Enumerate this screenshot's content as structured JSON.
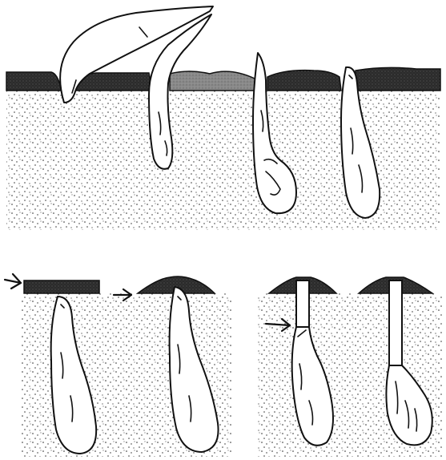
{
  "figure": {
    "panels": [
      {
        "id": "top",
        "items": [
          "worm-emerging",
          "worm-bent",
          "worm-coiled",
          "worm-upright"
        ]
      },
      {
        "id": "bottom-left",
        "items": [
          "worm-under-layer",
          "worm-mound"
        ]
      },
      {
        "id": "bottom-right",
        "items": [
          "worm-tube-marked",
          "worm-tube"
        ]
      }
    ],
    "colors": {
      "ink": "#111111",
      "sediment_dot": "#2a2a2a",
      "dark_layer": "#2b2b2b",
      "gray_layer": "#8a8a8a",
      "background": "#ffffff"
    },
    "arrow_count": 3
  }
}
